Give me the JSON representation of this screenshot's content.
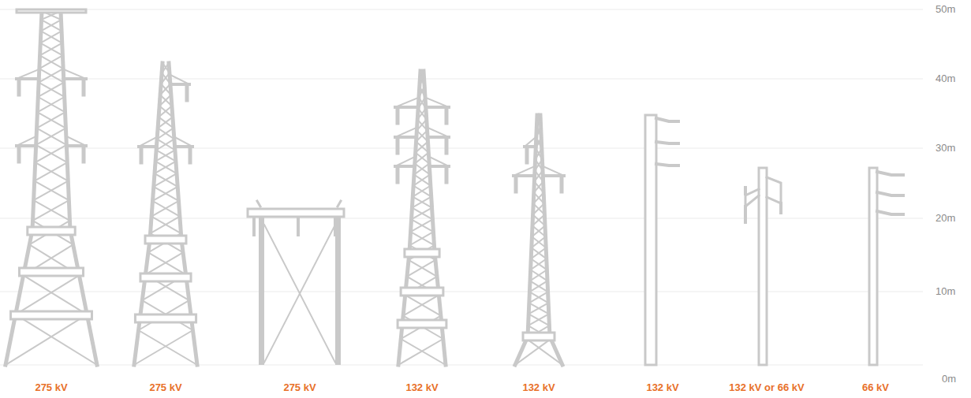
{
  "diagram": {
    "labels": [
      "50m",
      "40m",
      "30m",
      "20m",
      "10m",
      "0m",
      "275 kV",
      "275 kV",
      "275 kV",
      "132 kV",
      "132 kV",
      "132 kV",
      "132 kV or 66 kV",
      "66 kV"
    ]
  }
}
